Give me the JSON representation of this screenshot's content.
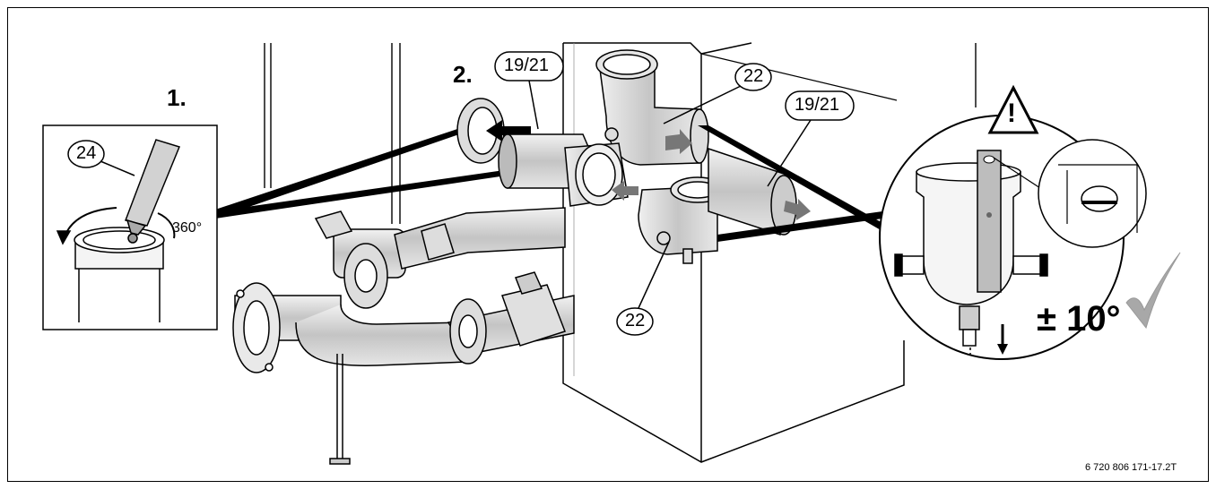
{
  "steps": {
    "step1": "1.",
    "step2": "2."
  },
  "callouts": {
    "sealant_tube": "24",
    "pipe_upper": "19/21",
    "pipe_right": "19/21",
    "elbow_upper": "22",
    "elbow_lower": "22"
  },
  "rotation_label": "360°",
  "warning_symbol": "!",
  "tolerance_label": "± 10°",
  "document_id": "6 720 806 171-17.2T",
  "colors": {
    "line": "#000000",
    "pipe_gray": "#c8c8c8",
    "check_gray": "#a8a8a8",
    "arrow_gray": "#777777"
  }
}
